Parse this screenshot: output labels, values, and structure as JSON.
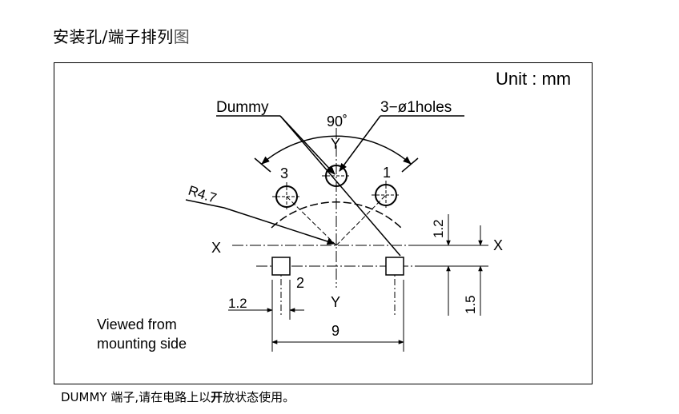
{
  "title_main": "安装孔/端子排列",
  "title_last": "图",
  "unit_label": "Unit : mm",
  "labels": {
    "dummy": "Dummy",
    "holes": "3−ø1holes",
    "angle": "90˚",
    "y_top": "Y",
    "y_bottom": "Y",
    "x_left": "X",
    "x_right": "X",
    "radius": "R4.7",
    "pin1": "1",
    "pin2": "2",
    "pin3": "3",
    "dim_1_2_vertical": "1.2",
    "dim_1_5_vertical": "1.5",
    "dim_1_2_horizontal": "1.2",
    "dim_9": "9",
    "viewed_line1": "Viewed from",
    "viewed_line2": "mounting side"
  },
  "footnote": {
    "part1": "DUMMY 端子,请在电路上以",
    "bold": "开",
    "part2": "放状态使用。"
  }
}
